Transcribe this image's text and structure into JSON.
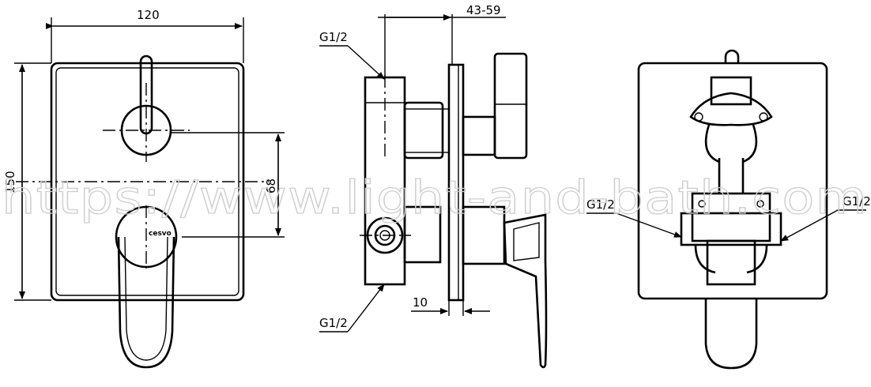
{
  "watermark": "https://www.light-and-bath.com",
  "front_view": {
    "width_dim": "120",
    "height_dim": "150",
    "spacing_dim": "68",
    "logo": "cesvo"
  },
  "side_view": {
    "depth_dim": "43-59",
    "plate_dim": "10",
    "top_port": "G1/2",
    "bottom_port": "G1/2"
  },
  "rear_view": {
    "left_port": "G1/2",
    "right_port": "G1/2"
  }
}
